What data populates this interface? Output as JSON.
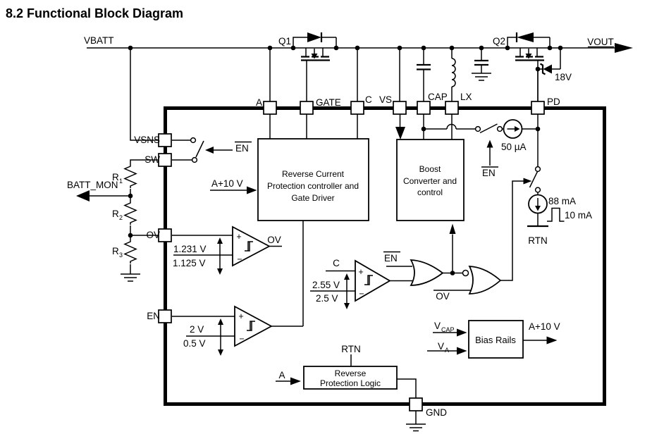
{
  "title": "8.2 Functional Block Diagram",
  "top": {
    "vbatt": "VBATT",
    "vout": "VOUT",
    "q1": "Q1",
    "q2": "Q2",
    "zener_voltage": "18V"
  },
  "pins": {
    "a": "A",
    "gate": "GATE",
    "c": "C",
    "vs": "VS",
    "cap": "CAP",
    "lx": "LX",
    "pd": "PD",
    "vsns": "VSNS",
    "sw": "SW",
    "ov": "OV",
    "en": "EN",
    "gnd": "GND"
  },
  "divider": {
    "batt_mon": "BATT_MON",
    "r1_base": "R",
    "r1_sub": "1",
    "r2_base": "R",
    "r2_sub": "2",
    "r3_base": "R",
    "r3_sub": "3"
  },
  "switches": {
    "en_bar_vsns": "EN",
    "en_bar_50ua": "EN"
  },
  "comparators": {
    "plus_sign": "+",
    "minus_sign": "−",
    "ov": {
      "rising": "1.231 V",
      "falling": "1.125 V",
      "output": "OV"
    },
    "en": {
      "rising": "2 V",
      "falling": "0.5 V"
    },
    "cap": {
      "input": "C",
      "rising": "2.55 V",
      "falling": "2.5 V"
    }
  },
  "logic": {
    "en_bar": "EN",
    "ov_in": "OV"
  },
  "currents": {
    "i50": "50 µA",
    "i88": "88 mA",
    "i10": "10 mA"
  },
  "rtn": {
    "sink": "RTN",
    "logic": "RTN"
  },
  "blocks": {
    "a10v_input": "A+10 V",
    "reverse_current": {
      "line1": "Reverse Current",
      "line2": "Protection controller and",
      "line3": "Gate Driver"
    },
    "boost": {
      "line1": "Boost",
      "line2": "Converter and",
      "line3": "control"
    },
    "bias_rails": {
      "label": "Bias Rails",
      "vcap_base": "V",
      "vcap_sub": "CAP",
      "va_base": "V",
      "va_sub": "A",
      "output": "A+10 V"
    },
    "reverse_protection": {
      "line1": "Reverse",
      "line2": "Protection Logic",
      "input_a": "A"
    }
  }
}
